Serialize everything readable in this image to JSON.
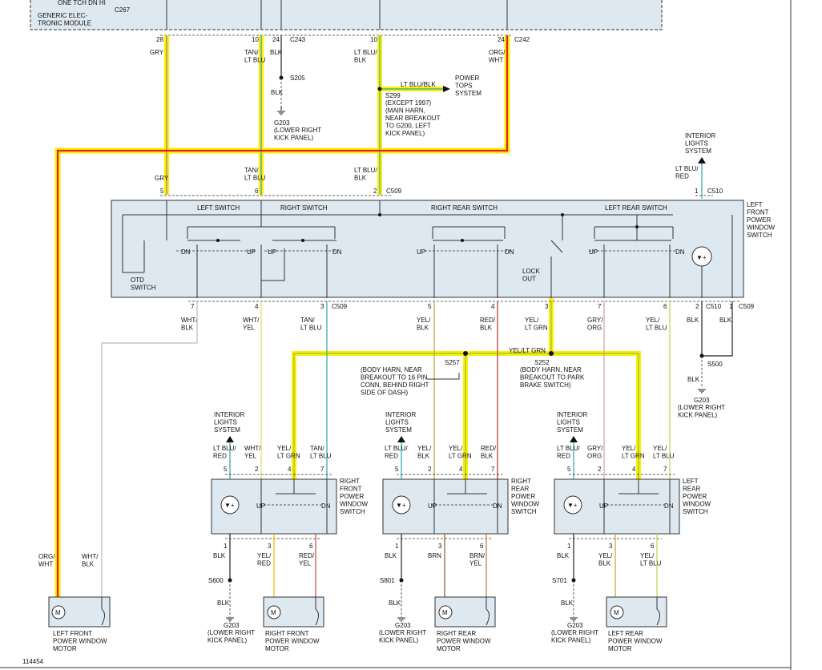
{
  "module": {
    "label_top": "ONE TCH DN HI",
    "label": "GENERIC ELEC-\nTRONIC MODULE",
    "connector": "C267"
  },
  "top_connectors": {
    "c243": "C243",
    "c242": "C242",
    "pins": [
      {
        "pin": "28",
        "color": "GRY"
      },
      {
        "pin": "10",
        "color": "TAN/\nLT BLU"
      },
      {
        "pin": "24",
        "color": "BLK"
      },
      {
        "pin": "10",
        "color": "LT BLU/\nBLK"
      },
      {
        "pin": "24",
        "color": "ORG/\nWHT"
      }
    ]
  },
  "splices": {
    "s205": "S205",
    "s299": "S299",
    "s299_note": "(EXCEPT 1997)\n(MAIN HARN,\nNEAR BREAKOUT\nTO G200, LEFT\nKICK PANEL)",
    "s257": "S257",
    "s257_note": "(BODY HARN, NEAR\nBREAKOUT TO 16 PIN\nCONN, BEHIND RIGHT\nSIDE OF DASH)",
    "s252": "S252",
    "s252_note": "(BODY HARN, NEAR\nBREAKOUT TO PARK\nBRAKE SWITCH)",
    "s500": "S500",
    "s600": "S600",
    "s801": "S801",
    "s701": "S701"
  },
  "grounds": {
    "g203": "G203",
    "g203_note": "(LOWER RIGHT\nKICK PANEL)"
  },
  "power_tops": {
    "wire": "LT BLU/BLK",
    "label": "POWER\nTOPS\nSYSTEM"
  },
  "interior_lights": "INTERIOR\nLIGHTS\nSYSTEM",
  "lf_switch": {
    "label": "LEFT\nFRONT\nPOWER\nWINDOW\nSWITCH",
    "sections": [
      "LEFT SWITCH",
      "RIGHT SWITCH",
      "RIGHT REAR SWITCH",
      "LEFT REAR SWITCH"
    ],
    "otd": "OTD\nSWITCH",
    "lockout": "LOCK\nOUT",
    "up": "UP",
    "dn": "DN",
    "c509": "C509",
    "c510": "C510",
    "top_pins": [
      {
        "pin": "5",
        "color": "GRY"
      },
      {
        "pin": "6",
        "color": "TAN/\nLT BLU"
      },
      {
        "pin": "2",
        "color": "LT BLU/\nBLK"
      },
      {
        "pin": "1",
        "color": "LT BLU/\nRED"
      }
    ],
    "bottom_pins": [
      {
        "pin": "7",
        "color": "WHT/\nBLK"
      },
      {
        "pin": "4",
        "color": "WHT/\nYEL"
      },
      {
        "pin": "3",
        "color": "TAN/\nLT BLU"
      },
      {
        "pin": "5",
        "color": "YEL/\nBLK"
      },
      {
        "pin": "4",
        "color": "RED/\nBLK"
      },
      {
        "pin": "3",
        "color": "YEL/\nLT GRN"
      },
      {
        "pin": "7",
        "color": "GRY/\nORG"
      },
      {
        "pin": "6",
        "color": "YEL/\nLT BLU"
      },
      {
        "pin": "2",
        "color": "BLK"
      },
      {
        "pin": "1",
        "color": "BLK"
      }
    ]
  },
  "yel_ltgrn": "YEL/LT GRN",
  "door_switches": [
    {
      "label": "RIGHT\nFRONT\nPOWER\nWINDOW\nSWITCH",
      "top_pins": [
        {
          "pin": "5",
          "color": "LT BLU/\nRED"
        },
        {
          "pin": "2",
          "color": "WHT/\nYEL"
        },
        {
          "pin": "4",
          "color": "YEL/\nLT GRN"
        },
        {
          "pin": "7",
          "color": "TAN/\nLT BLU"
        }
      ],
      "bottom_pins": [
        {
          "pin": "1",
          "color": "BLK"
        },
        {
          "pin": "3",
          "color": "YEL/\nRED"
        },
        {
          "pin": "6",
          "color": "RED/\nYEL"
        }
      ],
      "motor": "RIGHT FRONT\nPOWER WINDOW\nMOTOR"
    },
    {
      "label": "RIGHT\nREAR\nPOWER\nWINDOW\nSWITCH",
      "top_pins": [
        {
          "pin": "5",
          "color": "LT BLU/\nRED"
        },
        {
          "pin": "2",
          "color": "YEL/\nBLK"
        },
        {
          "pin": "4",
          "color": "YEL/\nLT GRN"
        },
        {
          "pin": "7",
          "color": "RED/\nBLK"
        }
      ],
      "bottom_pins": [
        {
          "pin": "1",
          "color": "BLK"
        },
        {
          "pin": "3",
          "color": "BRN"
        },
        {
          "pin": "6",
          "color": "BRN/\nYEL"
        }
      ],
      "motor": "RIGHT REAR\nPOWER WINDOW\nMOTOR"
    },
    {
      "label": "LEFT\nREAR\nPOWER\nWINDOW\nSWITCH",
      "top_pins": [
        {
          "pin": "5",
          "color": "LT BLU/\nRED"
        },
        {
          "pin": "2",
          "color": "GRY/\nORG"
        },
        {
          "pin": "4",
          "color": "YEL/\nLT GRN"
        },
        {
          "pin": "7",
          "color": "YEL/\nLT BLU"
        }
      ],
      "bottom_pins": [
        {
          "pin": "1",
          "color": "BLK"
        },
        {
          "pin": "3",
          "color": "YEL/\nBLK"
        },
        {
          "pin": "6",
          "color": "YEL/\nLT BLU"
        }
      ],
      "motor": "LEFT REAR\nPOWER WINDOW\nMOTOR"
    }
  ],
  "lf_motor": {
    "label": "LEFT FRONT\nPOWER WINDOW\nMOTOR",
    "wire_a": "ORG/\nWHT",
    "wire_b": "WHT/\nBLK"
  },
  "figure_id": "114454"
}
